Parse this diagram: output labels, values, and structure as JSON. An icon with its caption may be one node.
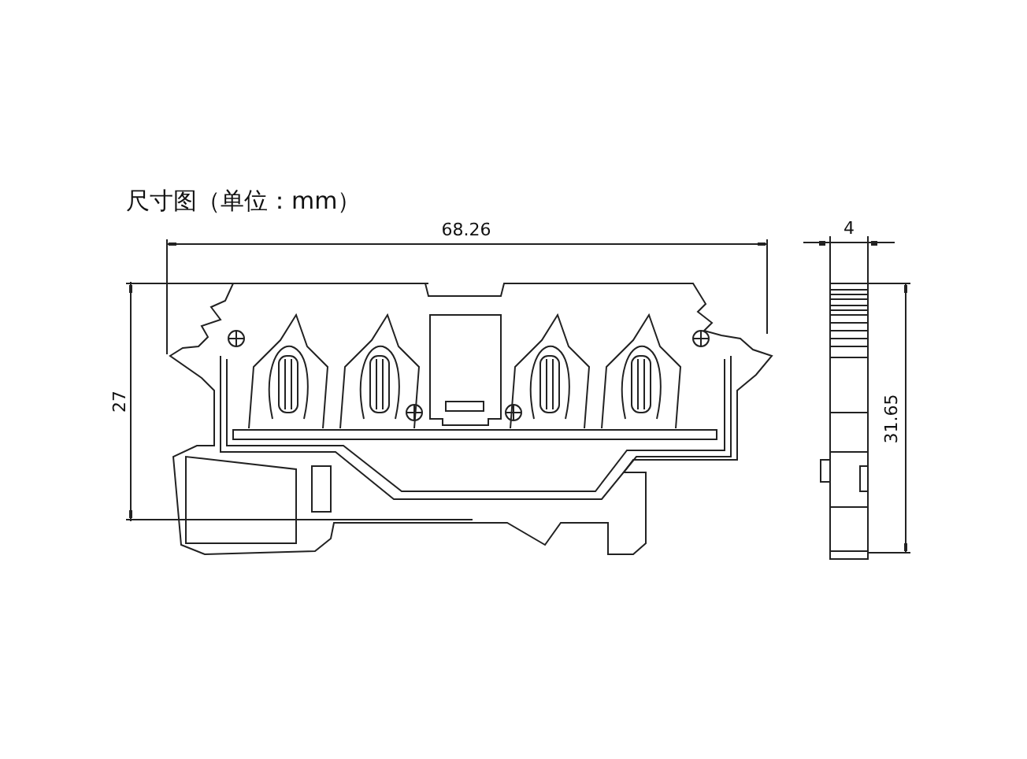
{
  "diagram": {
    "title": "尺寸图（单位：mm）",
    "labels": [
      "68.26",
      "4",
      "27",
      "31.65"
    ]
  }
}
